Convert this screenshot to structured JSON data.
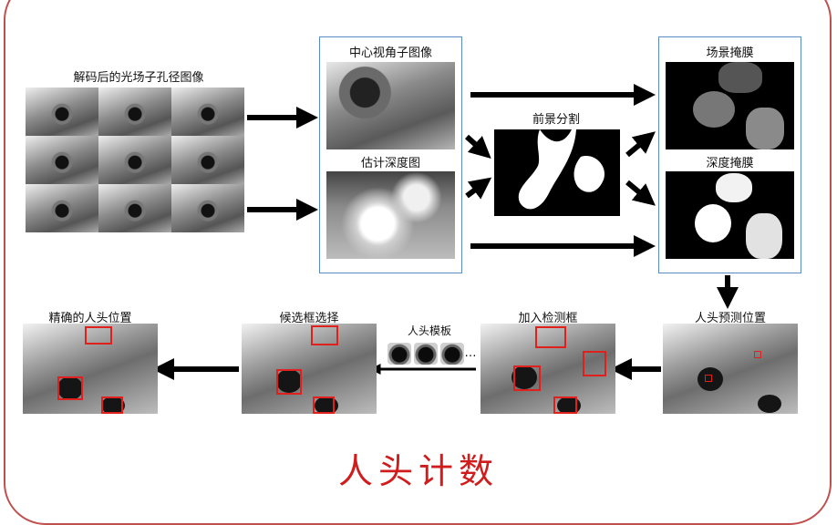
{
  "labels": {
    "decoded": "解码后的光场子孔径图像",
    "center_view": "中心视角子图像",
    "depth_est": "估计深度图",
    "fg_seg": "前景分割",
    "scene_mask": "场景掩膜",
    "depth_mask": "深度掩膜",
    "head_pred": "人头预测位置",
    "add_box": "加入检测框",
    "head_template": "人头模板",
    "ellipsis": "…",
    "candidate": "候选框选择",
    "precise": "精确的人头位置"
  },
  "title": "人头计数",
  "colors": {
    "frame": "#c0504d",
    "panel_border": "#5b8bc4",
    "box": "#e0201c",
    "title": "#d01c1c"
  }
}
